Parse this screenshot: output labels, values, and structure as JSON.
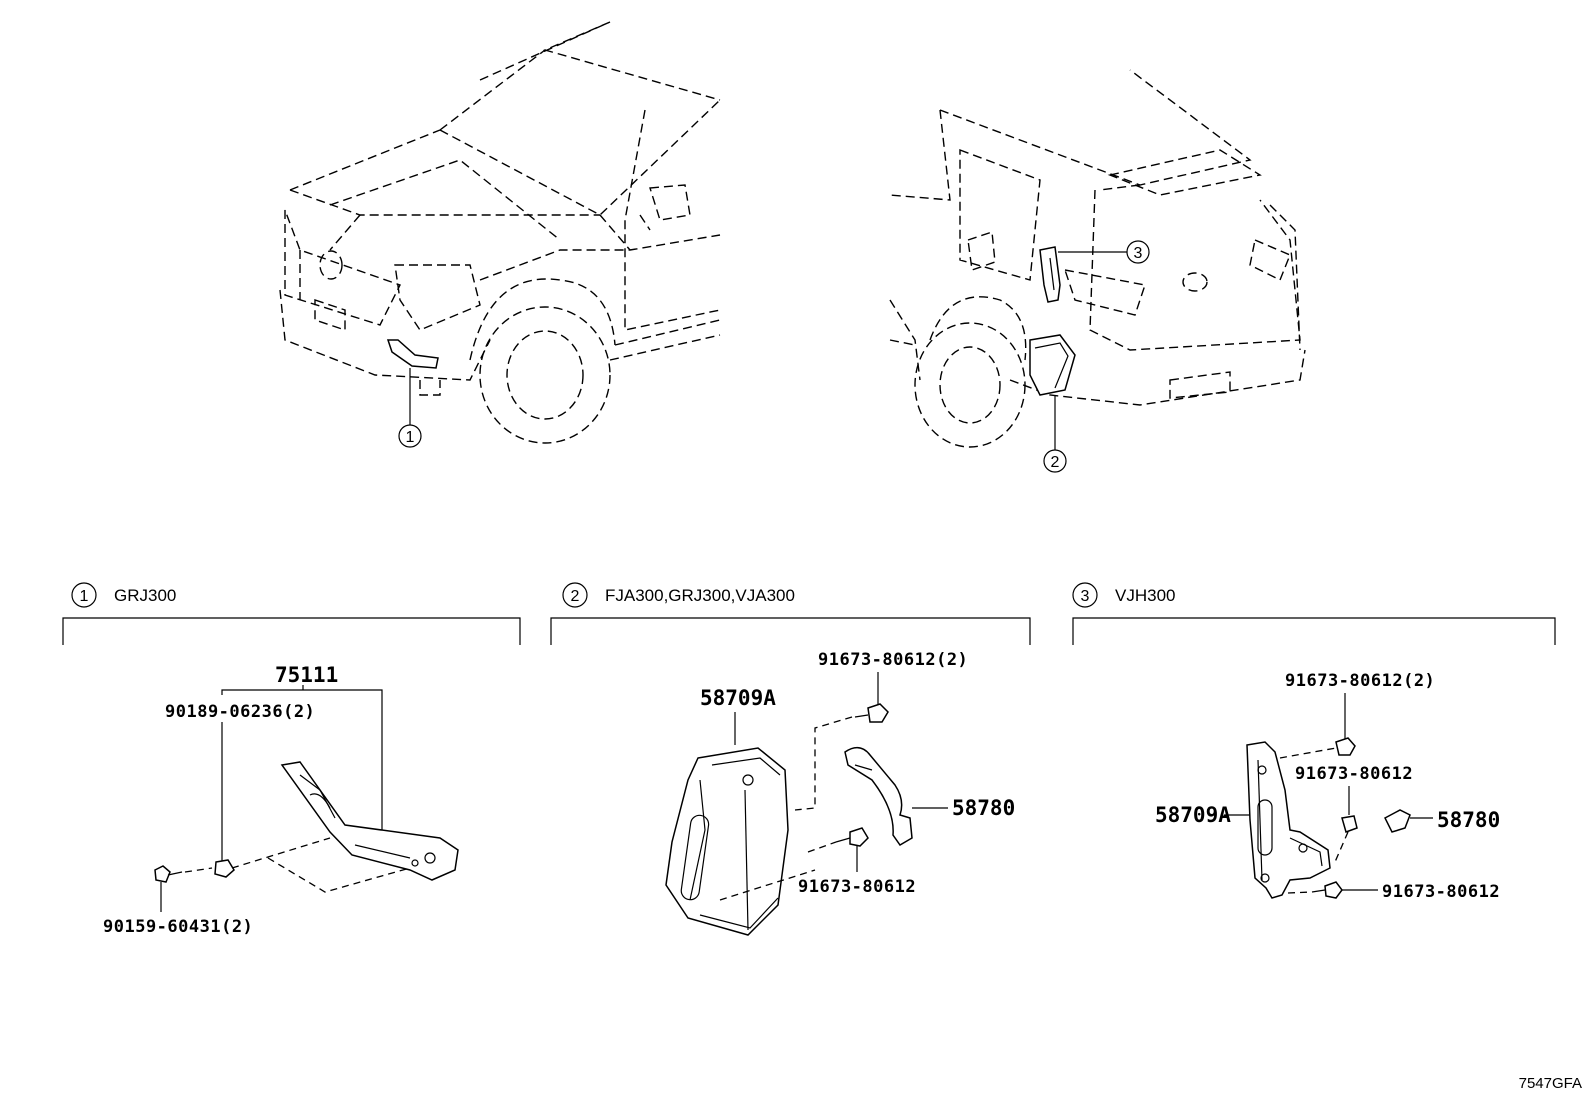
{
  "views": {
    "front": {
      "callout": "1"
    },
    "rear": {
      "callout_left": "2",
      "callout_top": "3"
    }
  },
  "sections": [
    {
      "number": "1",
      "model": "GRJ300",
      "parts": {
        "assembly": "75111",
        "clip": "90189-06236(2)",
        "screw": "90159-60431(2)"
      }
    },
    {
      "number": "2",
      "model": "FJA300,GRJ300,VJA300",
      "parts": {
        "bracket": "58709A",
        "bolt_top": "91673-80612(2)",
        "sensor": "58780",
        "bolt_bottom": "91673-80612"
      }
    },
    {
      "number": "3",
      "model": "VJH300",
      "parts": {
        "bolt_top": "91673-80612(2)",
        "bolt_mid": "91673-80612",
        "bracket": "58709A",
        "sensor": "58780",
        "bolt_bottom": "91673-80612"
      }
    }
  ],
  "diagram_code": "7547GFA"
}
